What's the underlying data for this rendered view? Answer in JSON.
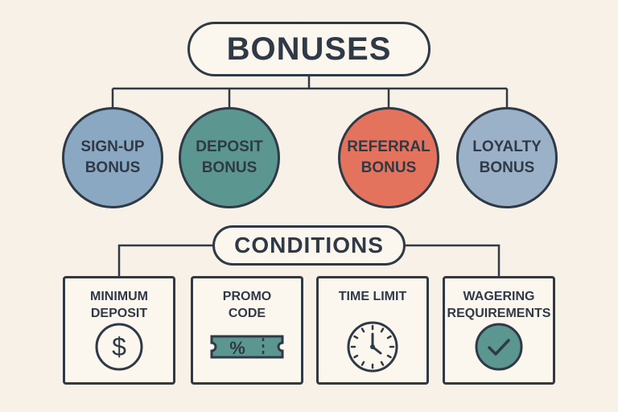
{
  "title": "BONUSES",
  "bonuses": [
    {
      "label": "SIGN-UP\nBONUS",
      "color": "#8aa8c1"
    },
    {
      "label": "DEPOSIT\nBONUS",
      "color": "#5c9690"
    },
    {
      "label": "REFERRAL\nBONUS",
      "color": "#e4735d"
    },
    {
      "label": "LOYALTY\nBONUS",
      "color": "#9bb1c7"
    }
  ],
  "conditions_title": "CONDITIONS",
  "conditions": [
    {
      "label": "MINIMUM\nDEPOSIT",
      "icon": "dollar-coin-icon"
    },
    {
      "label": "PROMO\nCODE",
      "icon": "percent-ticket-icon",
      "icon_text": "%"
    },
    {
      "label": "TIME LIMIT",
      "icon": "clock-icon"
    },
    {
      "label": "WAGERING\nREQUIREMENTS",
      "icon": "checkmark-circle-icon"
    }
  ],
  "colors": {
    "line": "#2f3a46",
    "background": "#f7f1e7",
    "teal": "#5c9690"
  }
}
